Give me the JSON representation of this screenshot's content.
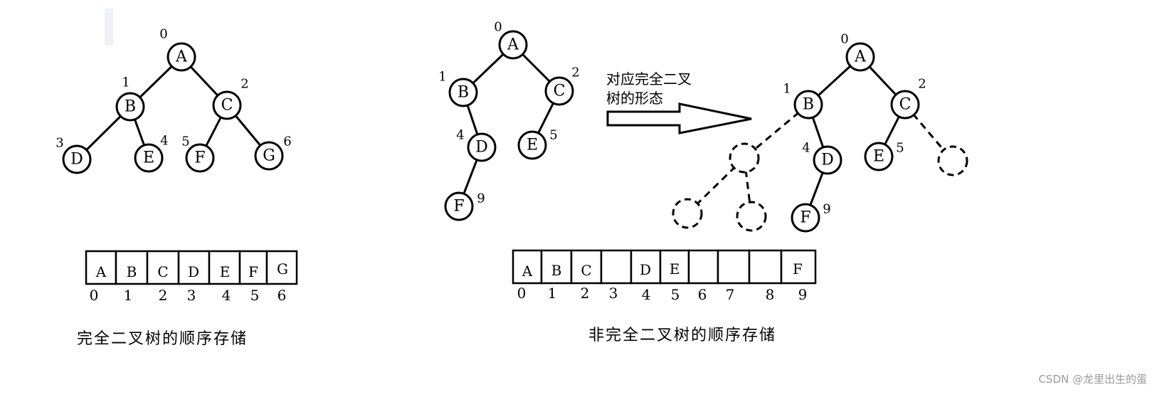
{
  "complete_tree": {
    "nodes": [
      {
        "label": "A",
        "index": "0"
      },
      {
        "label": "B",
        "index": "1"
      },
      {
        "label": "C",
        "index": "2"
      },
      {
        "label": "D",
        "index": "3"
      },
      {
        "label": "E",
        "index": "4"
      },
      {
        "label": "F",
        "index": "5"
      },
      {
        "label": "G",
        "index": "6"
      }
    ],
    "array": {
      "cells": [
        "A",
        "B",
        "C",
        "D",
        "E",
        "F",
        "G"
      ],
      "indices": [
        "0",
        "1",
        "2",
        "3",
        "4",
        "5",
        "6"
      ]
    },
    "caption": "完全二叉树的顺序存储"
  },
  "incomplete_tree": {
    "nodes": [
      {
        "label": "A",
        "index": "0"
      },
      {
        "label": "B",
        "index": "1"
      },
      {
        "label": "C",
        "index": "2"
      },
      {
        "label": "D",
        "index": "4"
      },
      {
        "label": "E",
        "index": "5"
      },
      {
        "label": "F",
        "index": "9"
      }
    ]
  },
  "arrow": {
    "line1": "对应完全二叉",
    "line2": "树的形态"
  },
  "completed_tree": {
    "nodes": [
      {
        "label": "A",
        "index": "0"
      },
      {
        "label": "B",
        "index": "1"
      },
      {
        "label": "C",
        "index": "2"
      },
      {
        "label": "D",
        "index": "4"
      },
      {
        "label": "E",
        "index": "5"
      },
      {
        "label": "F",
        "index": "9"
      }
    ],
    "array": {
      "cells": [
        "A",
        "B",
        "C",
        "",
        "D",
        "E",
        "",
        "",
        "",
        "F"
      ],
      "indices": [
        "0",
        "1",
        "2",
        "3",
        "4",
        "5",
        "6",
        "7",
        "8",
        "9"
      ]
    },
    "caption": "非完全二叉树的顺序存储"
  },
  "watermark": "CSDN @龙里出生的蛋"
}
